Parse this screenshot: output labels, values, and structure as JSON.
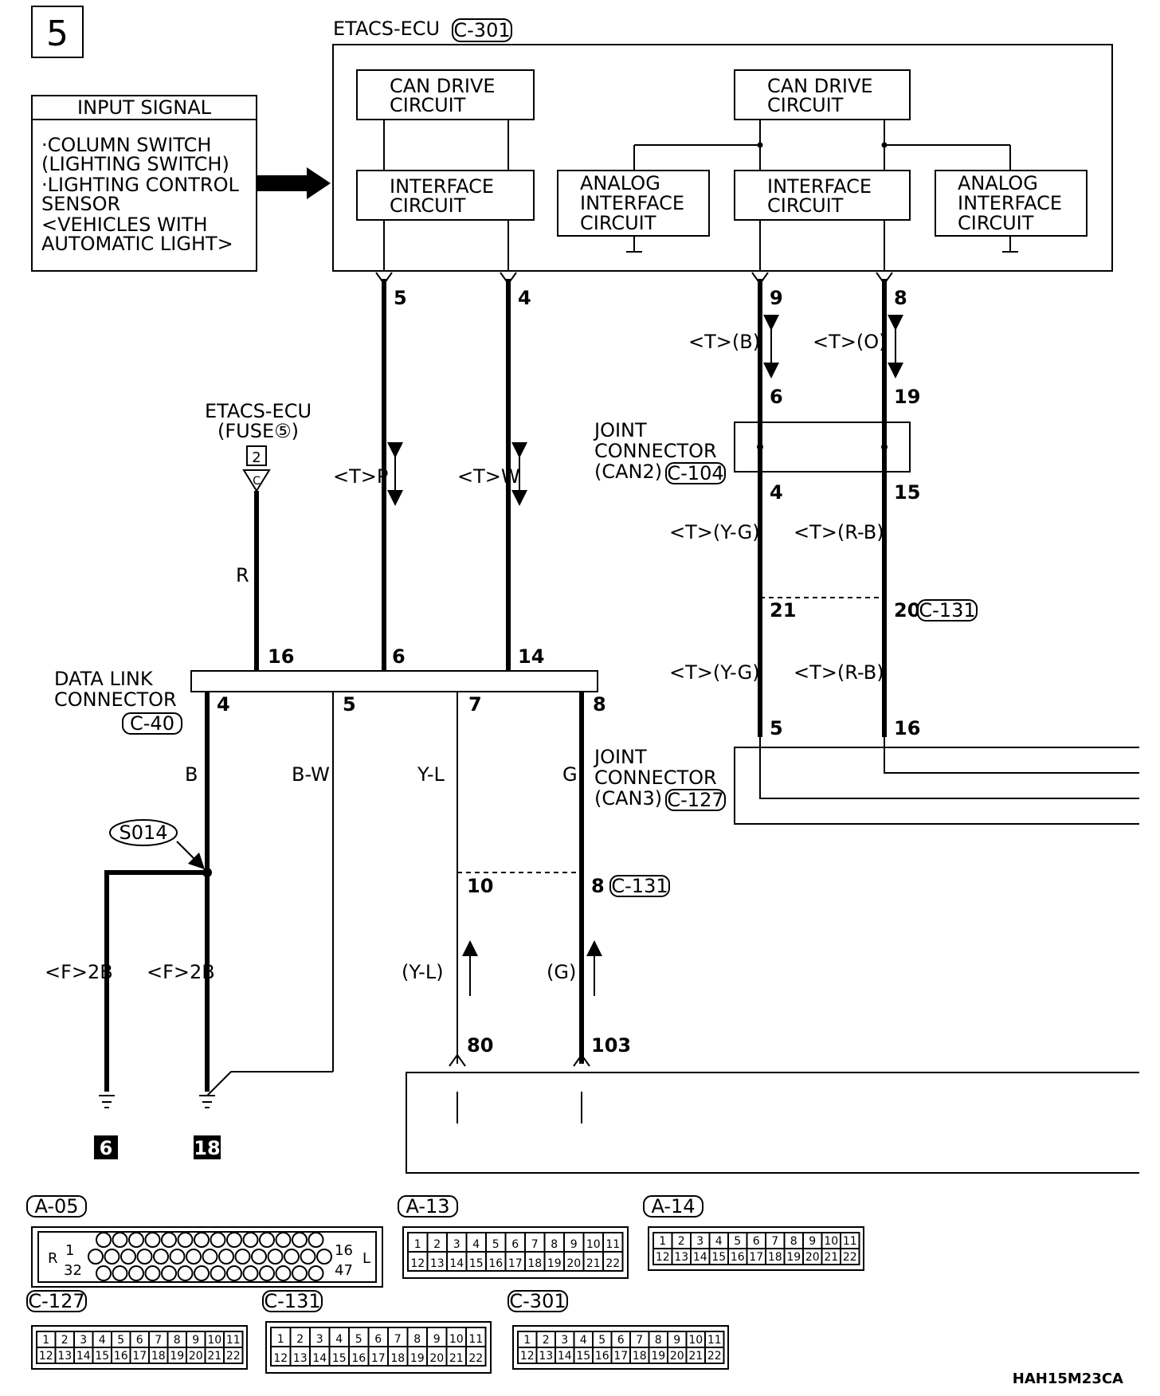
{
  "page_number": "5",
  "etacs_ecu": {
    "title": "ETACS-ECU",
    "connector": "C-301",
    "can_drive_left": [
      "CAN DRIVE",
      "CIRCUIT"
    ],
    "interface_left": [
      "INTERFACE",
      "CIRCUIT"
    ],
    "can_drive_right": [
      "CAN DRIVE",
      "CIRCUIT"
    ],
    "interface_right": [
      "INTERFACE",
      "CIRCUIT"
    ],
    "analog_left": [
      "ANALOG",
      "INTERFACE",
      "CIRCUIT"
    ],
    "analog_right": [
      "ANALOG",
      "INTERFACE",
      "CIRCUIT"
    ]
  },
  "input_signal": {
    "title": "INPUT SIGNAL",
    "lines": [
      "·COLUMN SWITCH",
      " (LIGHTING SWITCH)",
      "·LIGHTING CONTROL",
      " SENSOR",
      " <VEHICLES WITH",
      " AUTOMATIC LIGHT>"
    ]
  },
  "fuse": {
    "line1": "ETACS-ECU",
    "line2": "(FUSE⑤)",
    "number": "2",
    "letter": "C"
  },
  "pins": {
    "p5": "5",
    "p4": "4",
    "p9": "9",
    "p8": "8",
    "p6": "6",
    "p19": "19",
    "p4b": "4",
    "p15": "15",
    "p21": "21",
    "p20": "20",
    "p5b": "5",
    "p16": "16",
    "dl16": "16",
    "dl6": "6",
    "dl14": "14",
    "dl4": "4",
    "dl5": "5",
    "dl7": "7",
    "dl8": "8",
    "c131_10": "10",
    "c131_8": "8",
    "p80": "80",
    "p103": "103"
  },
  "wire_labels": {
    "tb": "<T>(B)",
    "to": "<T>(O)",
    "tp": "<T>P",
    "tw": "<T>W",
    "tyg1": "<T>(Y-G)",
    "trb1": "<T>(R-B)",
    "tyg2": "<T>(Y-G)",
    "trb2": "<T>(R-B)",
    "r": "R",
    "b": "B",
    "bw": "B-W",
    "yl": "Y-L",
    "g": "G",
    "f2b1": "<F>2B",
    "f2b2": "<F>2B",
    "yl2": "(Y-L)",
    "g2": "(G)"
  },
  "joint_can2": {
    "lines": [
      "JOINT",
      "CONNECTOR",
      "(CAN2)"
    ],
    "connector": "C-104"
  },
  "joint_can3": {
    "lines": [
      "JOINT",
      "CONNECTOR",
      "(CAN3)"
    ],
    "connector": "C-127"
  },
  "data_link": {
    "lines": [
      "DATA LINK",
      "CONNECTOR"
    ],
    "connector": "C-40"
  },
  "c131_a": "C-131",
  "c131_b": "C-131",
  "splice": "S014",
  "grounds": {
    "g1": "6",
    "g2": "18"
  },
  "connectors": {
    "a05": "A-05",
    "a13": "A-13",
    "a14": "A-14",
    "c127": "C-127",
    "c131": "C-131",
    "c301": "C-301"
  },
  "a05": {
    "r": "R",
    "l": "L",
    "p1": "1",
    "p32": "32",
    "p16": "16",
    "p47": "47"
  },
  "footer_code": "HAH15M23CA"
}
